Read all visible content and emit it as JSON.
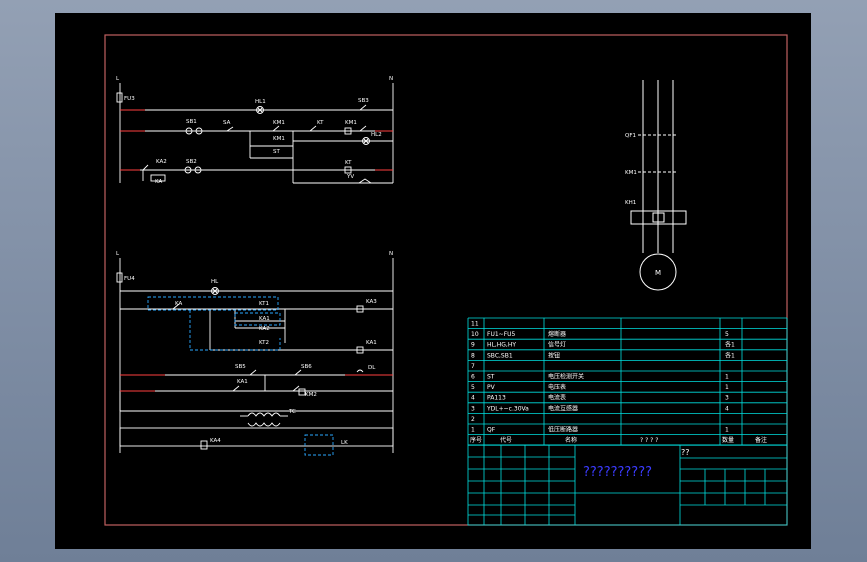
{
  "colors": {
    "background": "#000000",
    "frame": "#c06060",
    "wire": "#ffffff",
    "bus": "#ff4040",
    "table_lines": "#00e0e0",
    "dashed_box": "#2aa7ff",
    "title_text": "#3b3bff"
  },
  "control_circuit_1": {
    "bus_left": "L",
    "bus_right": "N",
    "fuse_label": "FU3",
    "lamp_top": "HL1",
    "switch_label": "SA",
    "pushbutton_1": "SB1",
    "pushbutton_2": "SB2",
    "contact_km": "KM1",
    "contact_km_b": "KM1",
    "contact_st": "ST",
    "contact_kt": "KT",
    "coil_km": "KM1",
    "lamp_run": "HL2",
    "timer_coil": "KT",
    "thermal_contact": "KA2",
    "coil_ka": "KA",
    "pushbutton_3": "SB3",
    "valve": "YV"
  },
  "control_circuit_2": {
    "bus_left": "L",
    "bus_right": "N",
    "fuse_label": "FU4",
    "lamp_label": "HL",
    "relay_contact": "KA",
    "rel_1": "KT1",
    "rel_2": "KA1",
    "rel_3": "KA2",
    "rel_4": "KT2",
    "coil_1": "KA3",
    "coil_2": "KA1",
    "switch_1": "SB5",
    "switch_2": "SB6",
    "ka_contact": "KA1",
    "km_label": "DL",
    "km2_label": "KM2",
    "transformer_label": "TC",
    "bottom_coil": "KA4",
    "bottom_box": "LK"
  },
  "motor_circuit": {
    "breaker": "QF1",
    "contactor": "KM1",
    "thermal": "KH1",
    "motor": "M"
  },
  "parts_table": {
    "rows": [
      {
        "no": "11",
        "code": "",
        "name": "",
        "qty": "",
        "note": ""
      },
      {
        "no": "10",
        "code": "FU1~FU5",
        "name": "熔断器",
        "qty": "5",
        "note": ""
      },
      {
        "no": "9",
        "code": "HL,HG,HY",
        "name": "信号灯",
        "qty": "各1",
        "note": ""
      },
      {
        "no": "8",
        "code": "SBC,SB1",
        "name": "按钮",
        "qty": "各1",
        "note": ""
      },
      {
        "no": "7",
        "code": "",
        "name": "",
        "qty": "",
        "note": ""
      },
      {
        "no": "6",
        "code": "ST",
        "name": "电压检测开关",
        "qty": "1",
        "note": ""
      },
      {
        "no": "5",
        "code": "PV",
        "name": "电压表",
        "qty": "1",
        "note": ""
      },
      {
        "no": "4",
        "code": "PA113",
        "name": "电流表",
        "qty": "3",
        "note": ""
      },
      {
        "no": "3",
        "code": "YDL+~c.30Va",
        "name": "电流互感器",
        "qty": "4",
        "note": ""
      },
      {
        "no": "2",
        "code": "",
        "name": "",
        "qty": "",
        "note": ""
      },
      {
        "no": "1",
        "code": "QF",
        "name": "低压断路器",
        "qty": "1",
        "note": ""
      }
    ],
    "header": {
      "no": "序号",
      "code": "代号",
      "name": "名称",
      "spec": "? ? ? ?",
      "qty": "数量",
      "note": "备注"
    }
  },
  "title_block": {
    "title": "??????????",
    "corner_mark": "??"
  }
}
